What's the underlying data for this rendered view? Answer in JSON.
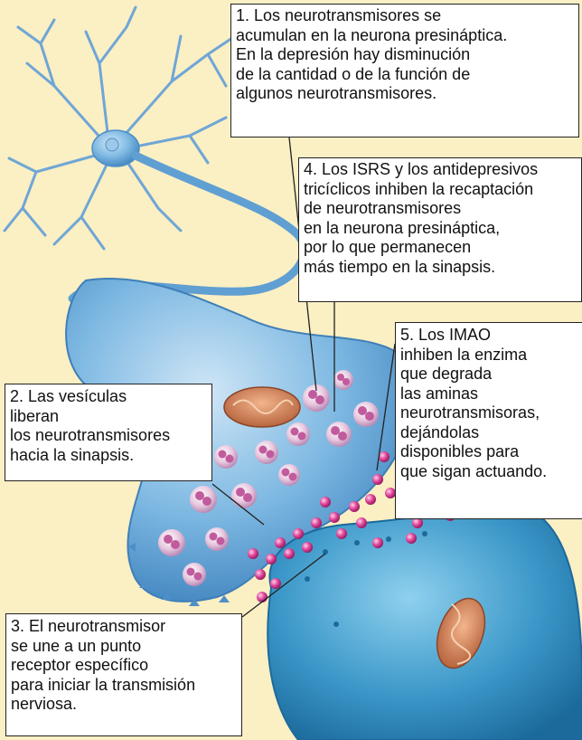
{
  "colors": {
    "background": "#fbefc4",
    "neuron": "#5aa3d6",
    "neuron_dark": "#2f6fa8",
    "vesicle": "#d9a4c9",
    "neurotransmitter": "#d83a8c",
    "mitochondrion": "#c06e4a"
  },
  "callouts": {
    "c1": {
      "lines": [
        "1. Los neurotransmisores se",
        "acumulan en la neurona presináptica.",
        "En la depresión hay disminución",
        "de la cantidad o de la función de",
        "algunos neurotransmisores."
      ]
    },
    "c4": {
      "lines": [
        "4. Los ISRS y los antidepresivos",
        "tricíclicos inhiben la recaptación",
        "de neurotransmisores",
        "en la neurona presináptica,",
        "por lo que permanecen",
        "más tiempo en la sinapsis."
      ]
    },
    "c5": {
      "lines": [
        "5. Los IMAO",
        "inhiben la enzima",
        "que degrada",
        "las aminas",
        "neurotransmisoras,",
        "dejándolas",
        "disponibles para",
        "que sigan actuando."
      ]
    },
    "c2": {
      "lines": [
        "2. Las vesículas",
        "liberan",
        "los neurotransmisores",
        "hacia la sinapsis."
      ]
    },
    "c3": {
      "lines": [
        "3. El neurotransmisor",
        "se une a un punto",
        "receptor específico",
        "para iniciar la transmisión",
        "nerviosa."
      ]
    }
  }
}
